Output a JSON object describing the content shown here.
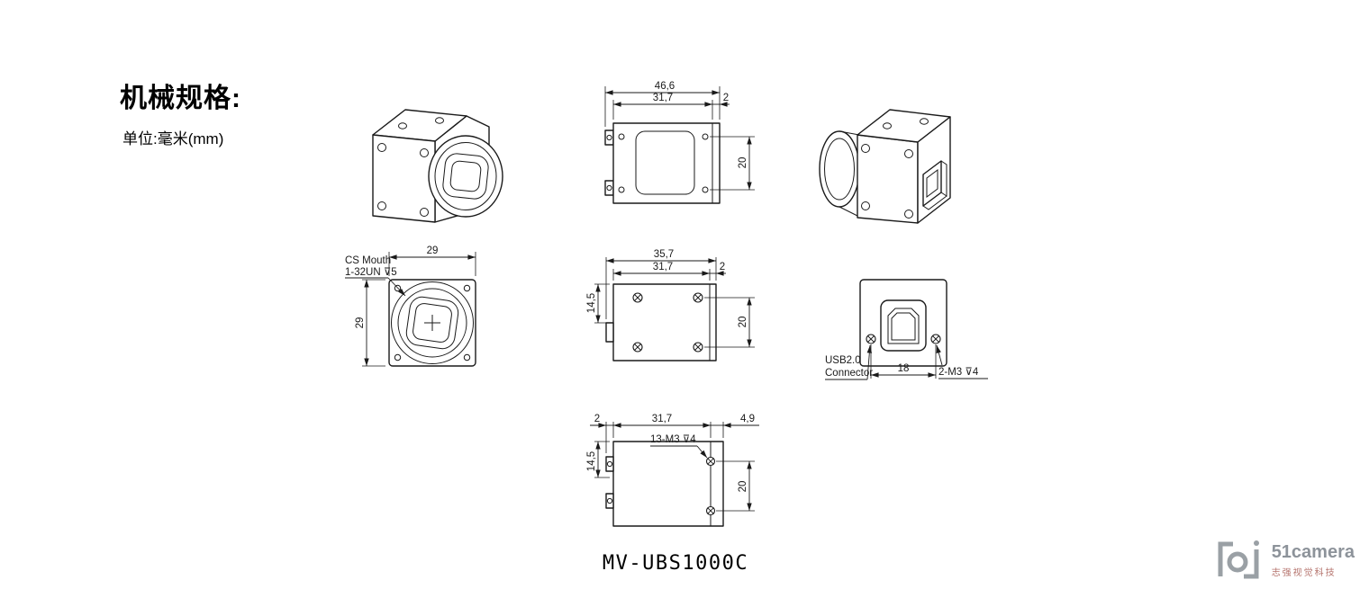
{
  "header": {
    "title": "机械规格:",
    "unit": "单位:毫米(mm)"
  },
  "colors": {
    "line": "#1a1a1a",
    "wm_gray": "#8d939a",
    "wm_red": "#b5736c"
  },
  "drawing": {
    "top_view": {
      "dim_total_width": "46,6",
      "dim_body_width": "31,7",
      "dim_back": "2",
      "dim_span": "20"
    },
    "front_view": {
      "dim_width": "29",
      "dim_height": "29",
      "mount_note_line1": "CS Mouth",
      "mount_note_line2": "1-32UN ⊽5"
    },
    "side_view": {
      "dim_total_width": "35,7",
      "dim_body_width": "31,7",
      "dim_back": "2",
      "dim_center": "14,5",
      "dim_span": "20"
    },
    "rear_view": {
      "connector_note_line1": "USB2.0",
      "connector_note_line2": "Connector",
      "dim_screw_span": "18",
      "screw_note": "2-M3 ⊽4"
    },
    "bottom_view": {
      "dim_front": "2",
      "dim_body_width": "31,7",
      "dim_back": "4,9",
      "hole_note": "13-M3 ⊽4",
      "dim_center": "14,5",
      "dim_span": "20"
    }
  },
  "footer": {
    "model": "MV-UBS1000C"
  },
  "watermark": {
    "brand": "51camera",
    "subtitle": "志强视觉科技"
  }
}
